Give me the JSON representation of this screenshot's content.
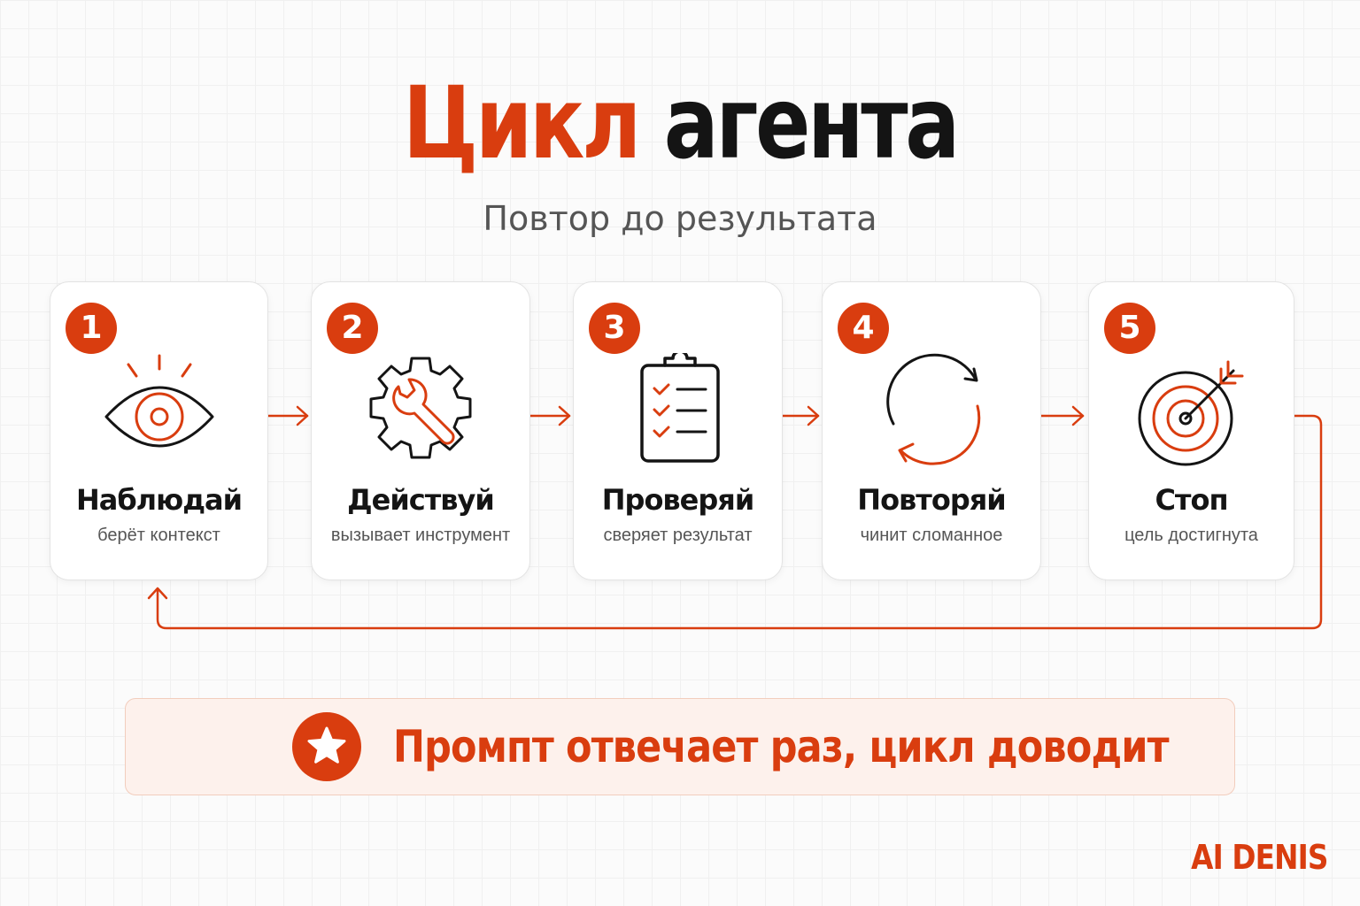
{
  "header": {
    "title_accent": "Цикл",
    "title_rest": "агента",
    "subtitle": "Повтор до результата"
  },
  "steps": [
    {
      "number": "1",
      "title": "Наблюдай",
      "subtitle": "берёт контекст",
      "icon": "eye-icon"
    },
    {
      "number": "2",
      "title": "Действуй",
      "subtitle": "вызывает инструмент",
      "icon": "gear-wrench-icon"
    },
    {
      "number": "3",
      "title": "Проверяй",
      "subtitle": "сверяет результат",
      "icon": "clipboard-checklist-icon"
    },
    {
      "number": "4",
      "title": "Повторяй",
      "subtitle": "чинит сломанное",
      "icon": "refresh-cycle-icon"
    },
    {
      "number": "5",
      "title": "Стоп",
      "subtitle": "цель достигнута",
      "icon": "target-arrow-icon"
    }
  ],
  "banner": {
    "text": "Промпт отвечает раз, цикл доводит",
    "icon": "star-icon"
  },
  "brand": "AI DENIS",
  "colors": {
    "accent": "#d93d0f",
    "dark": "#141414",
    "muted": "#555555",
    "banner_bg": "#fdf1ec"
  }
}
